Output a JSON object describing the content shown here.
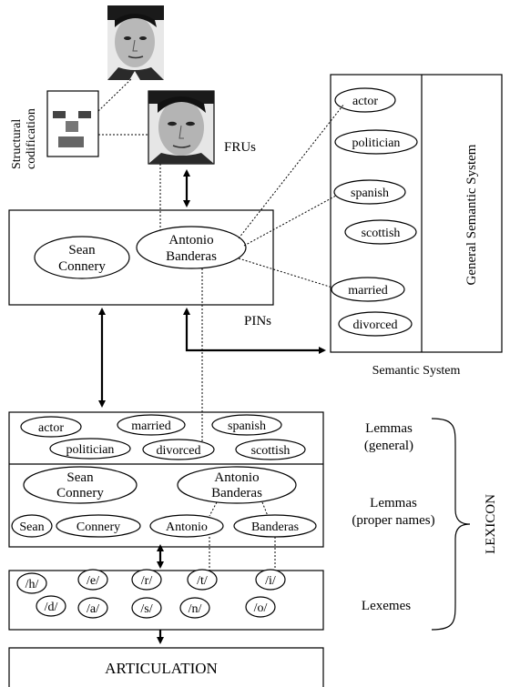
{
  "labels": {
    "structural_codification": [
      "Structural",
      "codification"
    ],
    "frus": "FRUs",
    "pins": "PINs",
    "general_semantic_system": "General Semantic System",
    "semantic_system": "Semantic System",
    "lemmas_general": [
      "Lemmas",
      "(general)"
    ],
    "lemmas_proper": [
      "Lemmas",
      "(proper names)"
    ],
    "lexemes": "Lexemes",
    "lexicon": "LEXICON",
    "articulation": "ARTICULATION"
  },
  "pins": {
    "sean_connery": [
      "Sean",
      "Connery"
    ],
    "antonio_banderas": [
      "Antonio",
      "Banderas"
    ]
  },
  "semantic_items": [
    "actor",
    "politician",
    "spanish",
    "scottish",
    "married",
    "divorced"
  ],
  "lemmas_general": [
    "actor",
    "married",
    "spanish",
    "politician",
    "divorced",
    "scottish"
  ],
  "lemmas_proper_full": {
    "sean_connery": [
      "Sean",
      "Connery"
    ],
    "antonio_banderas": [
      "Antonio",
      "Banderas"
    ]
  },
  "lemmas_proper_parts": [
    "Sean",
    "Connery",
    "Antonio",
    "Banderas"
  ],
  "lexemes": [
    "/h/",
    "/e/",
    "/r/",
    "/t/",
    "/i/",
    "/d/",
    "/a/",
    "/s/",
    "/n/",
    "/o/"
  ]
}
